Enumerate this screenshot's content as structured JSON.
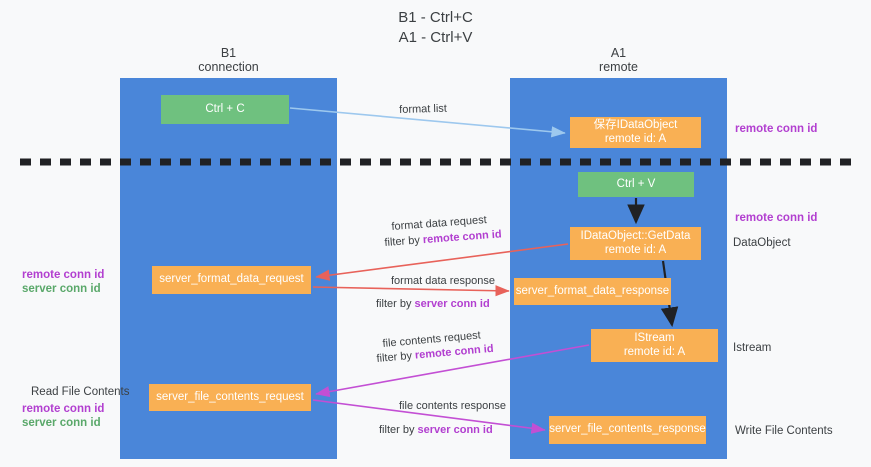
{
  "title": {
    "line1": "B1 - Ctrl+C",
    "line2": "A1 - Ctrl+V"
  },
  "lanes": [
    {
      "name": "B1",
      "role": "connection"
    },
    {
      "name": "A1",
      "role": "remote"
    }
  ],
  "colors": {
    "lane": "#4a86d9",
    "green_node": "#6fc17f",
    "orange_node": "#f9b054",
    "remote_conn_id": "#b23fd0",
    "server_conn_id": "#5aa86a",
    "arrow_blue": "#9dc8ee",
    "arrow_red": "#e8625a",
    "arrow_magenta": "#c34fd4",
    "arrow_black": "#202124",
    "background": "#f8f9fa"
  },
  "nodes": {
    "ctrl_c": {
      "label": "Ctrl + C",
      "kind": "green"
    },
    "save_dataobject": {
      "label": "保存IDataObject",
      "sub": "remote id: A",
      "kind": "orange"
    },
    "ctrl_v": {
      "label": "Ctrl + V",
      "kind": "green"
    },
    "getdata": {
      "label": "IDataObject::GetData",
      "sub": "remote id: A",
      "kind": "orange"
    },
    "format_data_request": {
      "label": "server_format_data_request",
      "kind": "orange"
    },
    "format_data_response": {
      "label": "server_format_data_response",
      "kind": "orange"
    },
    "istream": {
      "label": "IStream",
      "sub": "remote id: A",
      "kind": "orange"
    },
    "file_contents_request": {
      "label": "server_file_contents_request",
      "kind": "orange"
    },
    "file_contents_response": {
      "label": "server_file_contents_response",
      "kind": "orange"
    }
  },
  "edge_labels": {
    "format_list": "format list",
    "format_data_request": "format data request",
    "format_data_request_filter_prefix": "filter by ",
    "format_data_request_filter_key": "remote conn id",
    "format_data_response": "format data response",
    "format_data_response_filter_prefix": "filter by ",
    "format_data_response_filter_key": "server conn id",
    "file_contents_request": "file contents request",
    "file_contents_request_filter_prefix": "filter by ",
    "file_contents_request_filter_key": "remote conn id",
    "file_contents_response": "file contents response",
    "file_contents_response_filter_prefix": "filter by ",
    "file_contents_response_filter_key": "server conn id"
  },
  "annotations": {
    "right_remote_conn_id_top": "remote conn id",
    "right_remote_conn_id_mid": "remote conn id",
    "right_dataobject": "DataObject",
    "right_istream": "Istream",
    "right_write_file_contents": "Write File Contents",
    "left_remote_conn_id": "remote conn id",
    "left_server_conn_id": "server conn id",
    "left_read_file_contents": "Read File Contents",
    "left_remote_conn_id_2": "remote conn id",
    "left_server_conn_id_2": "server conn id"
  }
}
